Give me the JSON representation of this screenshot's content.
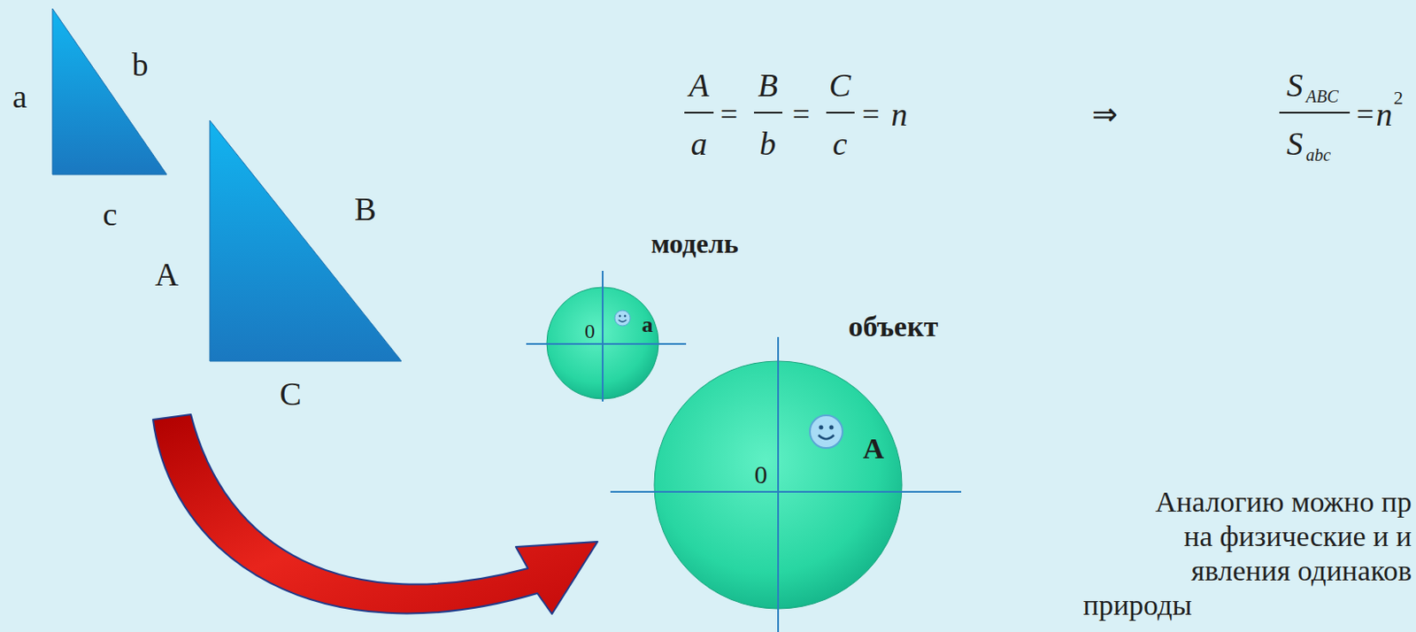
{
  "diagram": {
    "nodes": [
      {
        "text": [
          "модель",
          "0",
          "a"
        ]
      },
      {
        "text": [
          "объект",
          "0",
          "A"
        ]
      }
    ],
    "labels": [
      "a",
      "b",
      "c",
      "A",
      "B",
      "C",
      "A",
      "a",
      "=",
      "B",
      "b",
      "=",
      "C",
      "c",
      "=",
      "n",
      "⇒",
      "S",
      "ABC",
      "S",
      "abc",
      "=",
      "n",
      "2",
      "Аналогию можно пр",
      "на физические и и",
      "явления одинаков",
      "природы"
    ]
  }
}
